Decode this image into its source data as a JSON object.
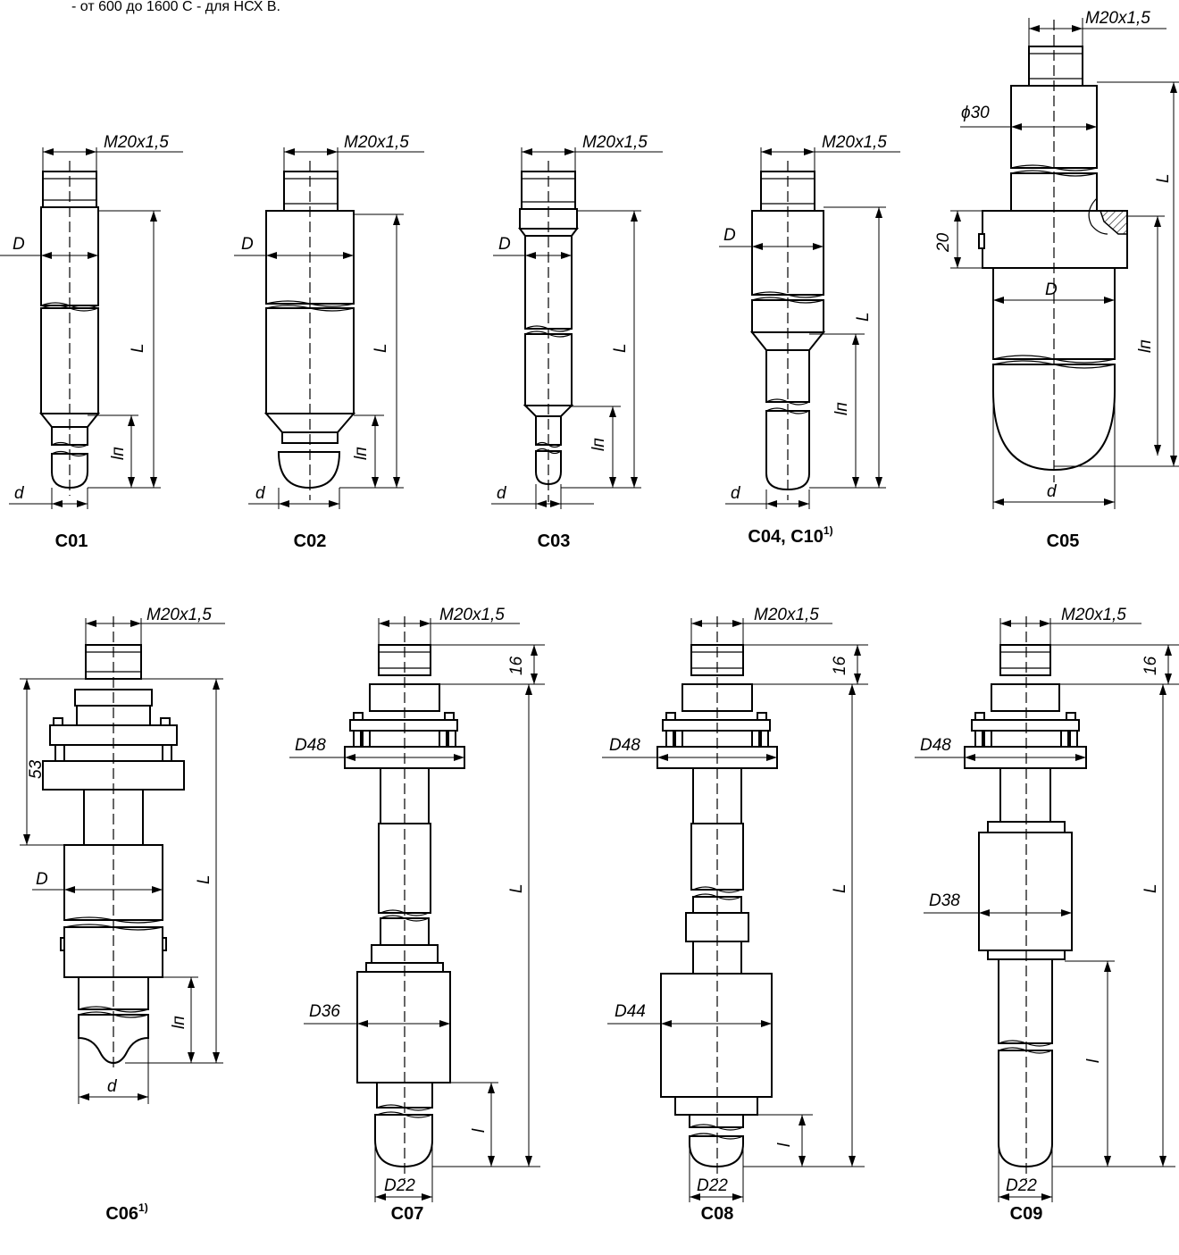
{
  "header": {
    "note": "- от 600 до 1600 С - для НСХ В."
  },
  "labels": {
    "thread": "M20x1,5",
    "D": "D",
    "L": "L",
    "d": "d",
    "ln": "lп",
    "l": "l",
    "dim16": "16",
    "dim20": "20",
    "dim53": "53",
    "phi30": "ϕ30",
    "D48": "D48",
    "D36": "D36",
    "D44": "D44",
    "D38": "D38",
    "D22": "D22"
  },
  "captions": {
    "c01": "C01",
    "c02": "C02",
    "c03": "C03",
    "c04": "C04, C10",
    "c04_sup": "1)",
    "c05": "C05",
    "c06": "C06",
    "c06_sup": "1)",
    "c07": "C07",
    "c08": "C08",
    "c09": "C09"
  }
}
